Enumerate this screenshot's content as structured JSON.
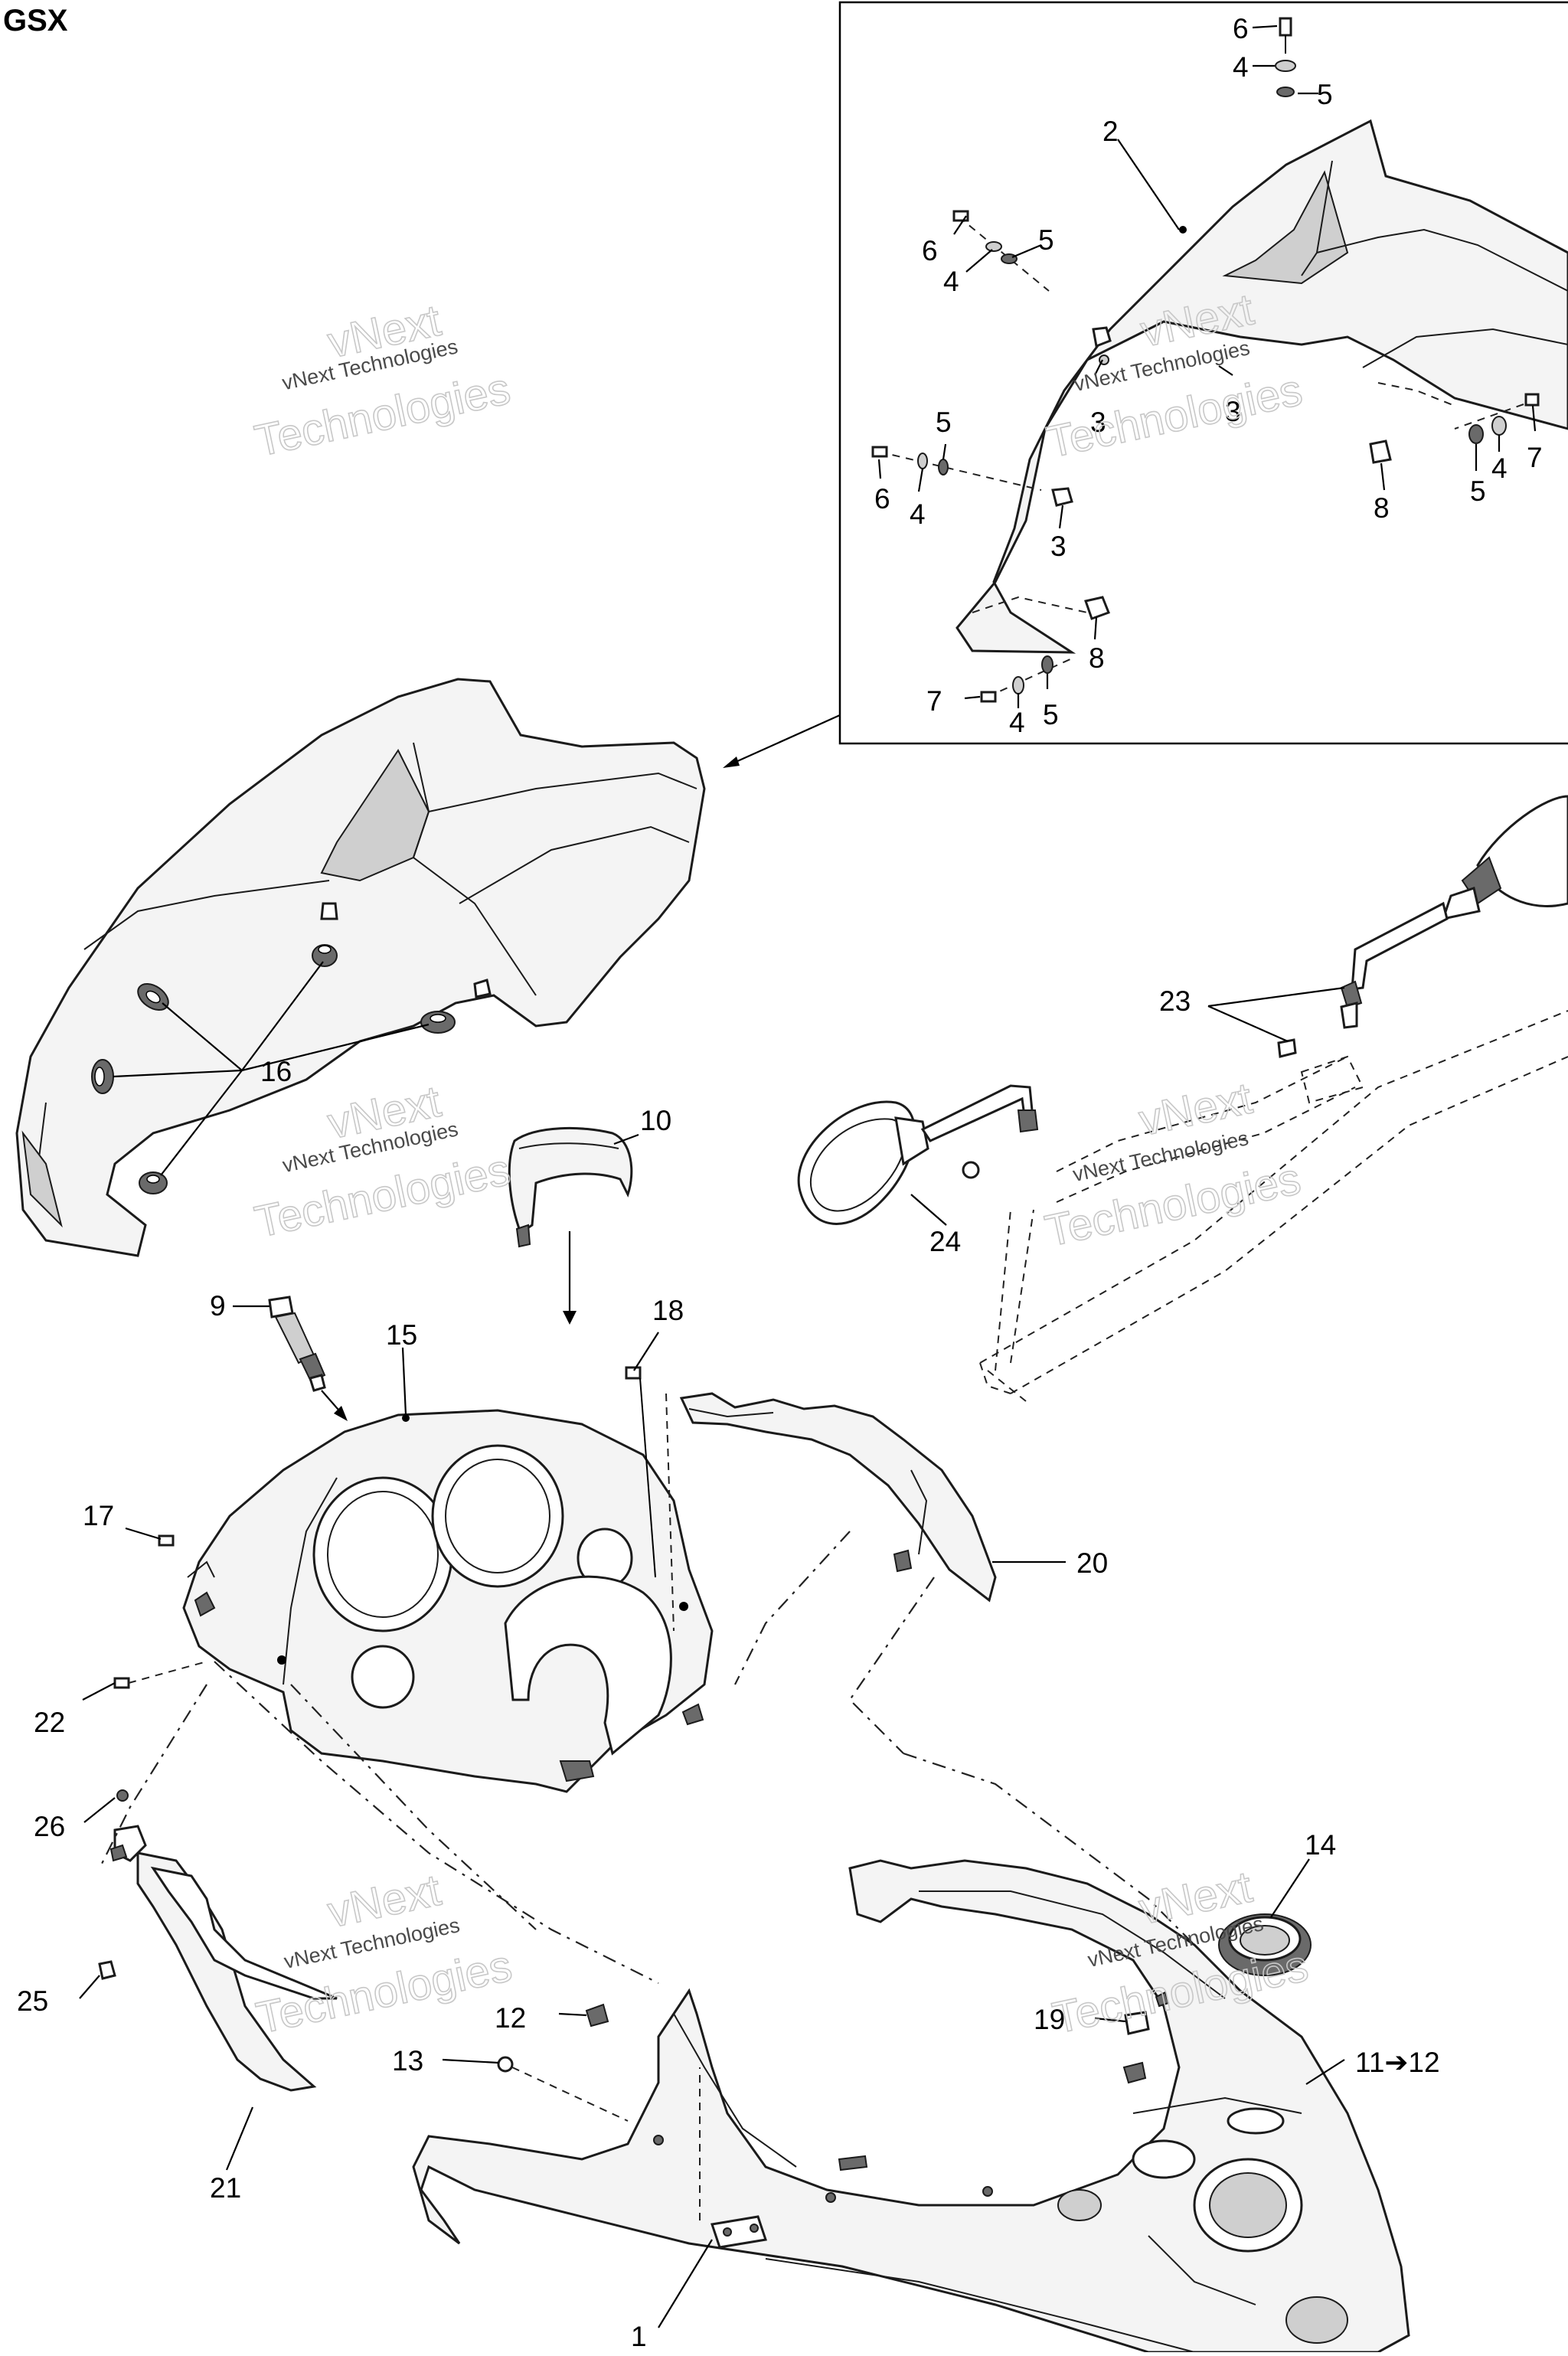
{
  "title": "GSX",
  "watermark": {
    "line1": "vNext",
    "line2": "vNext Technologies",
    "line3": "Technologies"
  },
  "callouts": [
    {
      "id": "c6a",
      "text": "6"
    },
    {
      "id": "c4a",
      "text": "4"
    },
    {
      "id": "c5a",
      "text": "5"
    },
    {
      "id": "c2",
      "text": "2"
    },
    {
      "id": "c6b",
      "text": "6"
    },
    {
      "id": "c5b",
      "text": "5"
    },
    {
      "id": "c4b",
      "text": "4"
    },
    {
      "id": "c3a",
      "text": "3"
    },
    {
      "id": "c3b",
      "text": "3"
    },
    {
      "id": "c5c",
      "text": "5"
    },
    {
      "id": "c7a",
      "text": "7"
    },
    {
      "id": "c4c",
      "text": "4"
    },
    {
      "id": "c6c",
      "text": "6"
    },
    {
      "id": "c4d",
      "text": "4"
    },
    {
      "id": "c3c",
      "text": "3"
    },
    {
      "id": "c8a",
      "text": "8"
    },
    {
      "id": "c5d",
      "text": "5"
    },
    {
      "id": "c8b",
      "text": "8"
    },
    {
      "id": "c7b",
      "text": "7"
    },
    {
      "id": "c4e",
      "text": "4"
    },
    {
      "id": "c5e",
      "text": "5"
    },
    {
      "id": "c16",
      "text": "16"
    },
    {
      "id": "c23",
      "text": "23"
    },
    {
      "id": "c10",
      "text": "10"
    },
    {
      "id": "c24",
      "text": "24"
    },
    {
      "id": "c9",
      "text": "9"
    },
    {
      "id": "c15",
      "text": "15"
    },
    {
      "id": "c18",
      "text": "18"
    },
    {
      "id": "c17",
      "text": "17"
    },
    {
      "id": "c20",
      "text": "20"
    },
    {
      "id": "c22",
      "text": "22"
    },
    {
      "id": "c26",
      "text": "26"
    },
    {
      "id": "c14",
      "text": "14"
    },
    {
      "id": "c25",
      "text": "25"
    },
    {
      "id": "c12",
      "text": "12"
    },
    {
      "id": "c19",
      "text": "19"
    },
    {
      "id": "c13",
      "text": "13"
    },
    {
      "id": "c11",
      "text": "11➔12"
    },
    {
      "id": "c21",
      "text": "21"
    },
    {
      "id": "c1",
      "text": "1"
    }
  ]
}
